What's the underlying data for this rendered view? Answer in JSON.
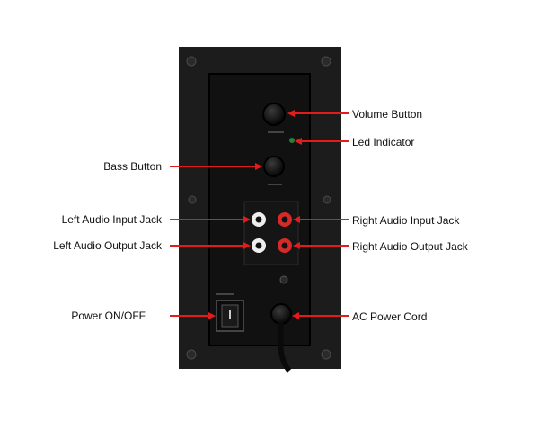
{
  "labels": {
    "volume_button": "Volume Button",
    "led_indicator": "Led Indicator",
    "bass_button": "Bass Button",
    "left_audio_input_jack": "Left Audio Input Jack",
    "right_audio_input_jack": "Right Audio Input Jack",
    "left_audio_output_jack": "Left Audio Output Jack",
    "right_audio_output_jack": "Right Audio Output Jack",
    "power_on_off": "Power ON/OFF",
    "ac_power_cord": "AC Power Cord"
  },
  "colors": {
    "arrow": "#e21b1b",
    "cabinet": "#1c1c1c",
    "plate": "#111111",
    "jack_red": "#d42a2a",
    "jack_white": "#eeeeee",
    "led": "#2f7d3a"
  }
}
